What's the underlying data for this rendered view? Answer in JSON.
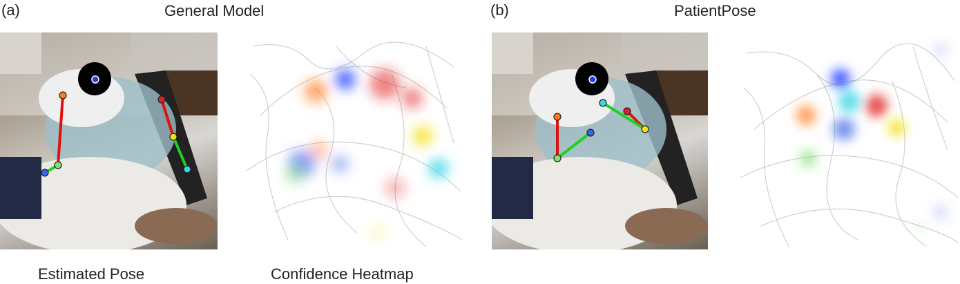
{
  "figure": {
    "panel_a": {
      "letter": "(a)",
      "title": "General Model",
      "captions": {
        "pose": "Estimated Pose",
        "heatmap": "Confidence Heatmap"
      }
    },
    "panel_b": {
      "letter": "(b)",
      "title": "PatientPose"
    }
  },
  "colors": {
    "head": "#1f3fff",
    "left_shoulder": "#ff7a1a",
    "left_elbow": "#86e07a",
    "left_wrist": "#3a66e6",
    "right_shoulder": "#e02020",
    "right_elbow": "#f2e21a",
    "right_wrist": "#38d6e6",
    "upper_arm": "#e01010",
    "forearm": "#20d020"
  }
}
